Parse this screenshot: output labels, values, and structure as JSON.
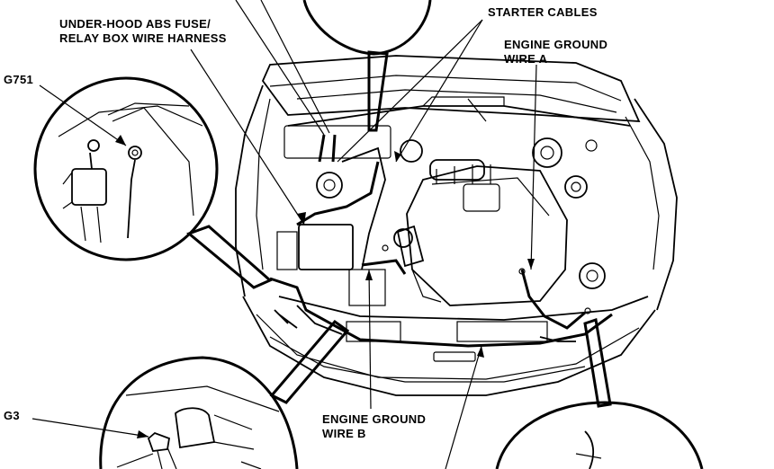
{
  "labels": {
    "abs_fuse_box_line1": "UNDER-HOOD ABS FUSE/",
    "abs_fuse_box_line2": "RELAY BOX WIRE HARNESS",
    "starter_cables": "STARTER CABLES",
    "engine_ground_a_line1": "ENGINE GROUND",
    "engine_ground_a_line2": "WIRE A",
    "g751": "G751",
    "g3": "G3",
    "engine_ground_b_line1": "ENGINE GROUND",
    "engine_ground_b_line2": "WIRE B"
  }
}
